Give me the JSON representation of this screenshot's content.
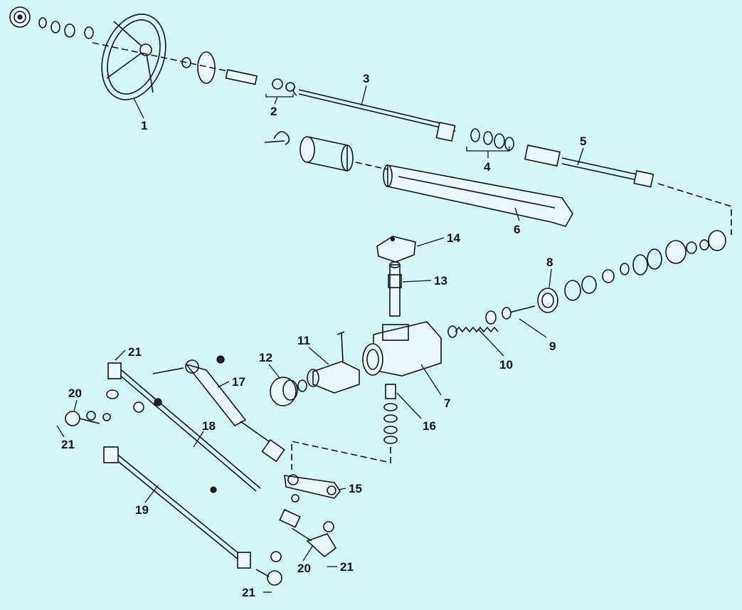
{
  "callouts": {
    "c1": "1",
    "c2": "2",
    "c3": "3",
    "c4": "4",
    "c5": "5",
    "c6": "6",
    "c7": "7",
    "c8": "8",
    "c9": "9",
    "c10": "10",
    "c11": "11",
    "c12": "12",
    "c13": "13",
    "c14": "14",
    "c15": "15",
    "c16": "16",
    "c17": "17",
    "c18": "18",
    "c19": "19",
    "c20a": "20",
    "c20b": "20",
    "c21a": "21",
    "c21b": "21",
    "c21c": "21",
    "c21d": "21"
  },
  "colors": {
    "background": "#d4f7f7",
    "ink": "#111111"
  }
}
